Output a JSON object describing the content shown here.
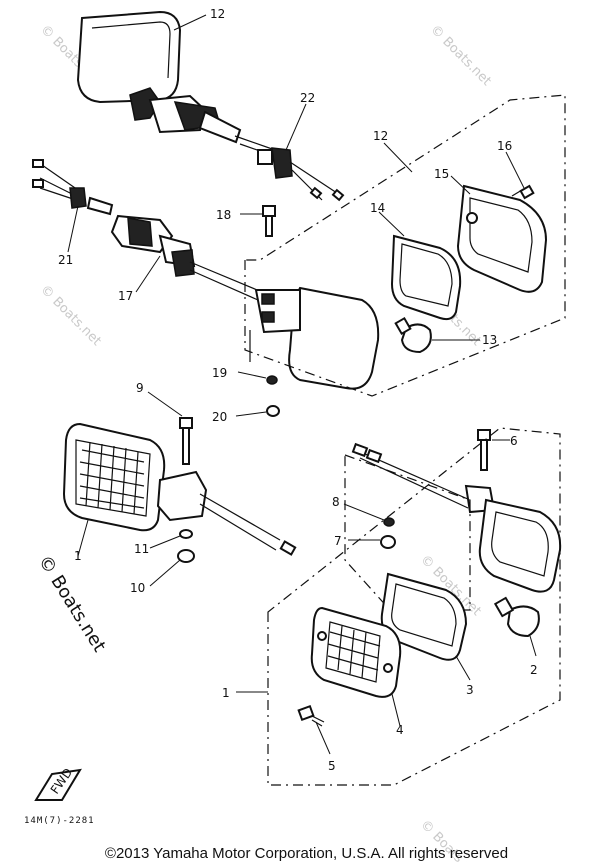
{
  "callouts": {
    "c12_top": "12",
    "c22": "22",
    "c12_box": "12",
    "c16": "16",
    "c15": "15",
    "c18": "18",
    "c14": "14",
    "c21": "21",
    "c17": "17",
    "c13": "13",
    "c19": "19",
    "c9": "9",
    "c20": "20",
    "c6": "6",
    "c8": "8",
    "c7": "7",
    "c11": "11",
    "c10": "10",
    "c1_left": "1",
    "c2": "2",
    "c1_box": "1",
    "c3": "3",
    "c4": "4",
    "c5": "5"
  },
  "watermark": {
    "small": "© Boats.net",
    "large": "© Boats.net"
  },
  "diagram_code": "14M(7)-2281",
  "front_mark": "FWD",
  "copyright": "©2013 Yamaha Motor Corporation, U.S.A. All rights reserved"
}
